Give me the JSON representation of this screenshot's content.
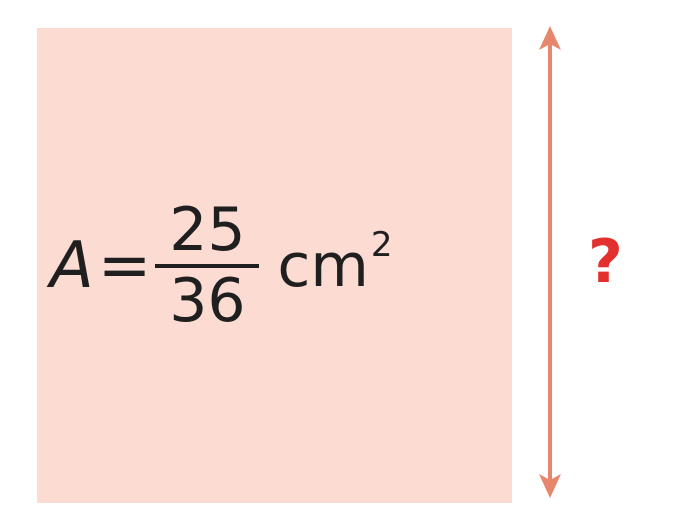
{
  "square": {
    "color": "#fbdbd2"
  },
  "formula": {
    "variable": "A",
    "equals": "=",
    "numerator": "25",
    "denominator": "36",
    "unit": "cm",
    "unit_exponent": "2"
  },
  "side_label": {
    "text": "?",
    "color": "#e3302f"
  },
  "arrow": {
    "color": "#e8856d",
    "icon": "double-headed-vertical-arrow"
  }
}
